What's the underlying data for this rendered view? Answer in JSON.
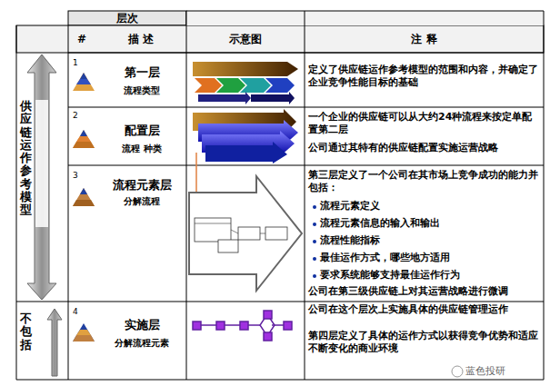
{
  "diagram": {
    "labels": [
      "层次",
      "#",
      "描 述",
      "示意图",
      "注 释",
      "供应链运作参考模型",
      "不包括",
      "1",
      "第一层",
      "流程类型",
      "定义了供应链运作参考模型的范围和内容，并确定了企业竞争性能目标的基础",
      "2",
      "配置层",
      "流程 种类",
      "一个企业的供应链可以从大约24种流程来按定单配置第二层",
      "公司通过其特有的供应链配置实施运营战略",
      "3",
      "流程元素层",
      "分解流程",
      "第三层定义了一个公司在其市场上竞争成功的能力并包括：",
      "流程元素定义",
      "流程元素信息的输入和输出",
      "流程性能指标",
      "最佳运作方式，哪些地方适用",
      "要求系统能够支持最佳运作行为",
      "公司在第三级供应链上对其运营战略进行微调",
      "4",
      "实施层",
      "分解流程元素",
      "公司在这个层次上实施具体的供应链管理运作",
      "第四层定义了具体的运作方式以获得竞争优势和适应不断变化的商业环境",
      "蓝色投研"
    ]
  }
}
